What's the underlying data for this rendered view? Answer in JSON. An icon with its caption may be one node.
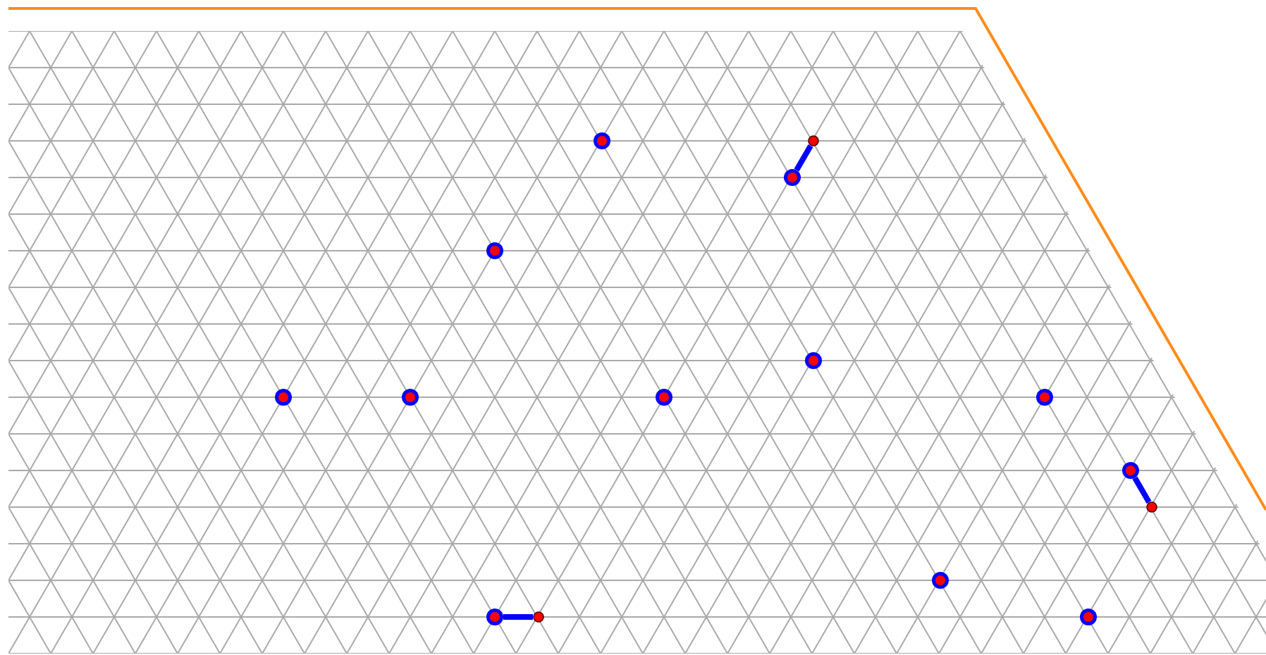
{
  "diagram": {
    "nodes": [
      {
        "text": [],
        "shape": "circle"
      },
      {
        "text": [],
        "shape": "dot"
      },
      {
        "text": [],
        "shape": "circle"
      },
      {
        "text": [],
        "shape": "circle"
      },
      {
        "text": [],
        "shape": "circle"
      },
      {
        "text": [],
        "shape": "circle"
      },
      {
        "text": [],
        "shape": "circle"
      },
      {
        "text": [],
        "shape": "circle"
      },
      {
        "text": [],
        "shape": "circle"
      },
      {
        "text": [],
        "shape": "circle"
      },
      {
        "text": [],
        "shape": "dot"
      },
      {
        "text": [],
        "shape": "circle"
      },
      {
        "text": [],
        "shape": "circle"
      },
      {
        "text": [],
        "shape": "dot"
      },
      {
        "text": [],
        "shape": "circle"
      }
    ],
    "edges": [
      {
        "from": 2,
        "to": 1,
        "arrow": "none"
      },
      {
        "from": 9,
        "to": 10,
        "arrow": "none"
      },
      {
        "from": 12,
        "to": 13,
        "arrow": "none"
      }
    ]
  }
}
